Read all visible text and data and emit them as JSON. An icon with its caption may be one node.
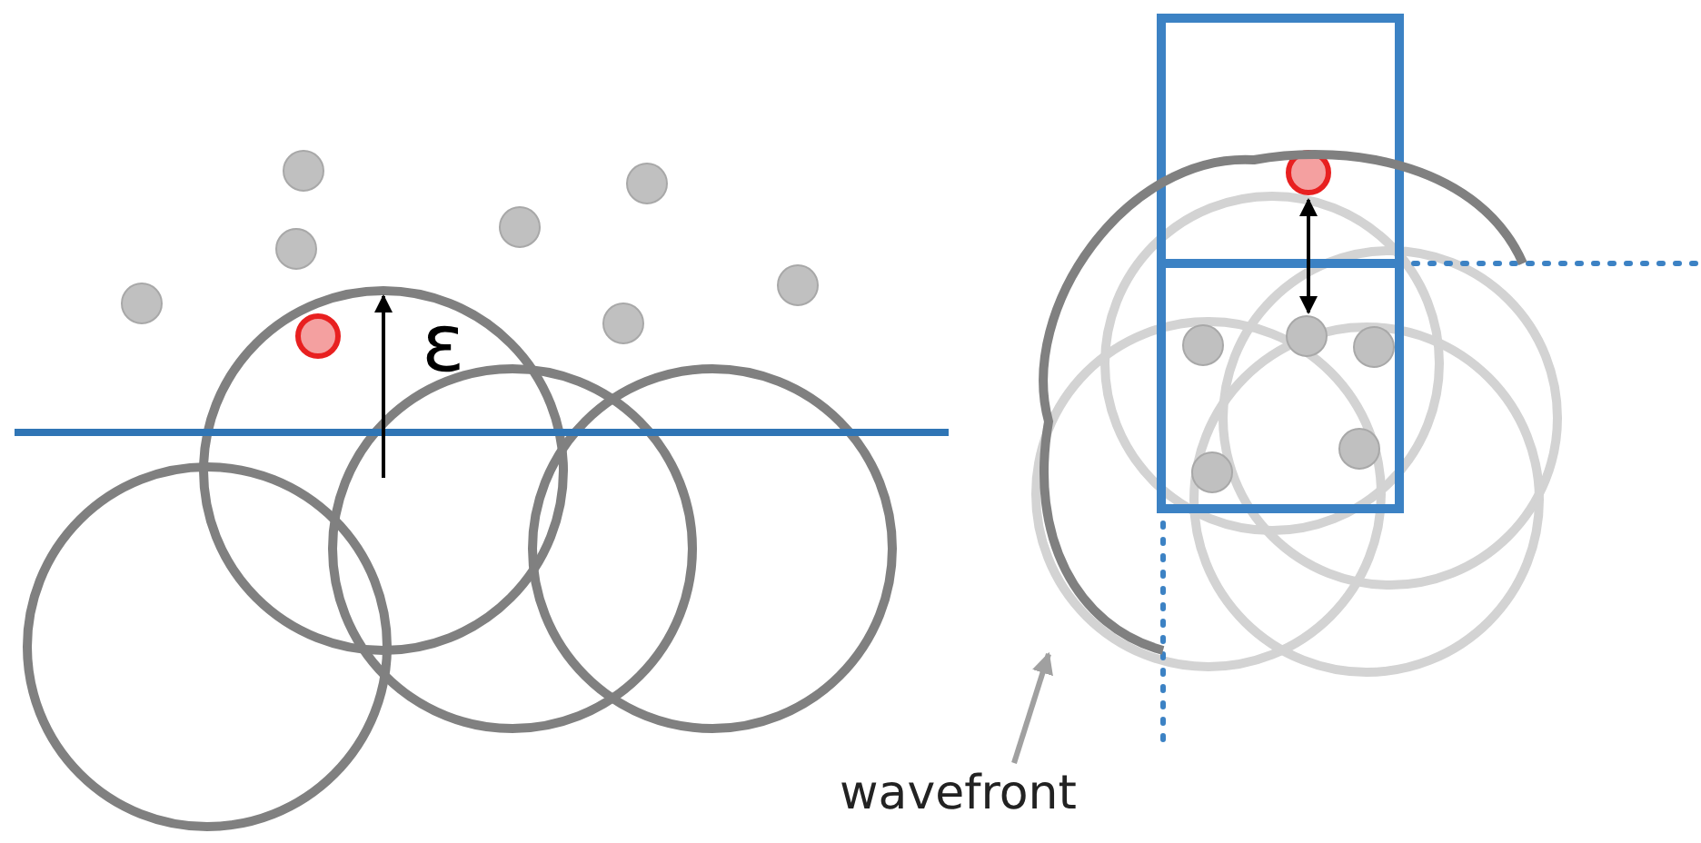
{
  "diagram": {
    "nodes": [
      {
        "text": [
          "wavefront"
        ]
      },
      {
        "text": [],
        "shape": "circle"
      }
    ],
    "edges": [
      {
        "from": 0,
        "to": 1,
        "arrow": "to"
      }
    ],
    "labels": [
      "ε"
    ]
  }
}
